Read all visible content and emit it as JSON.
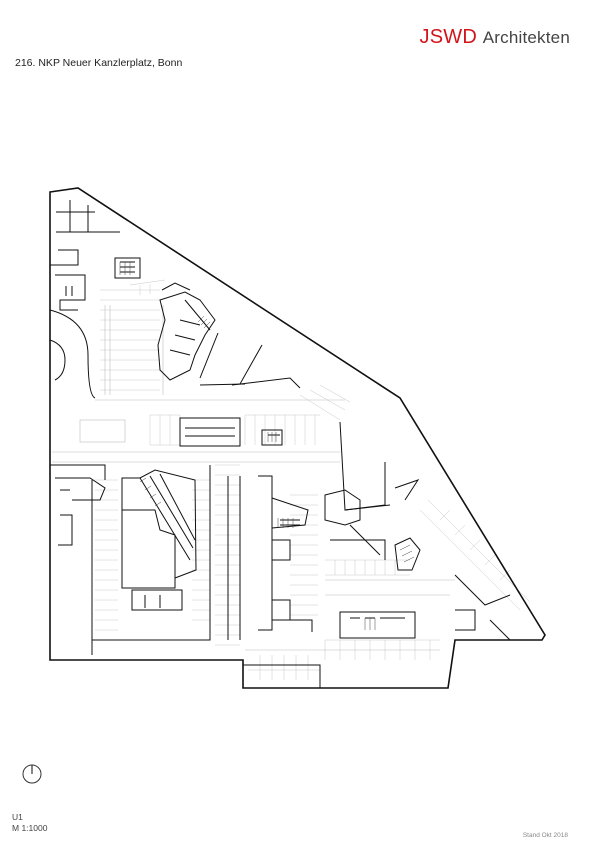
{
  "header": {
    "brand": "JSWD",
    "brand_suffix": "Architekten",
    "brand_color": "#d3141b",
    "project_title": "216. NKP Neuer Kanzlerplatz, Bonn"
  },
  "drawing": {
    "type": "floor plan",
    "level": "U1",
    "scale": "M 1:1000",
    "north_arrow_icon": "north-arrow-icon"
  },
  "footer": {
    "stand": "Stand Okt 2018"
  }
}
